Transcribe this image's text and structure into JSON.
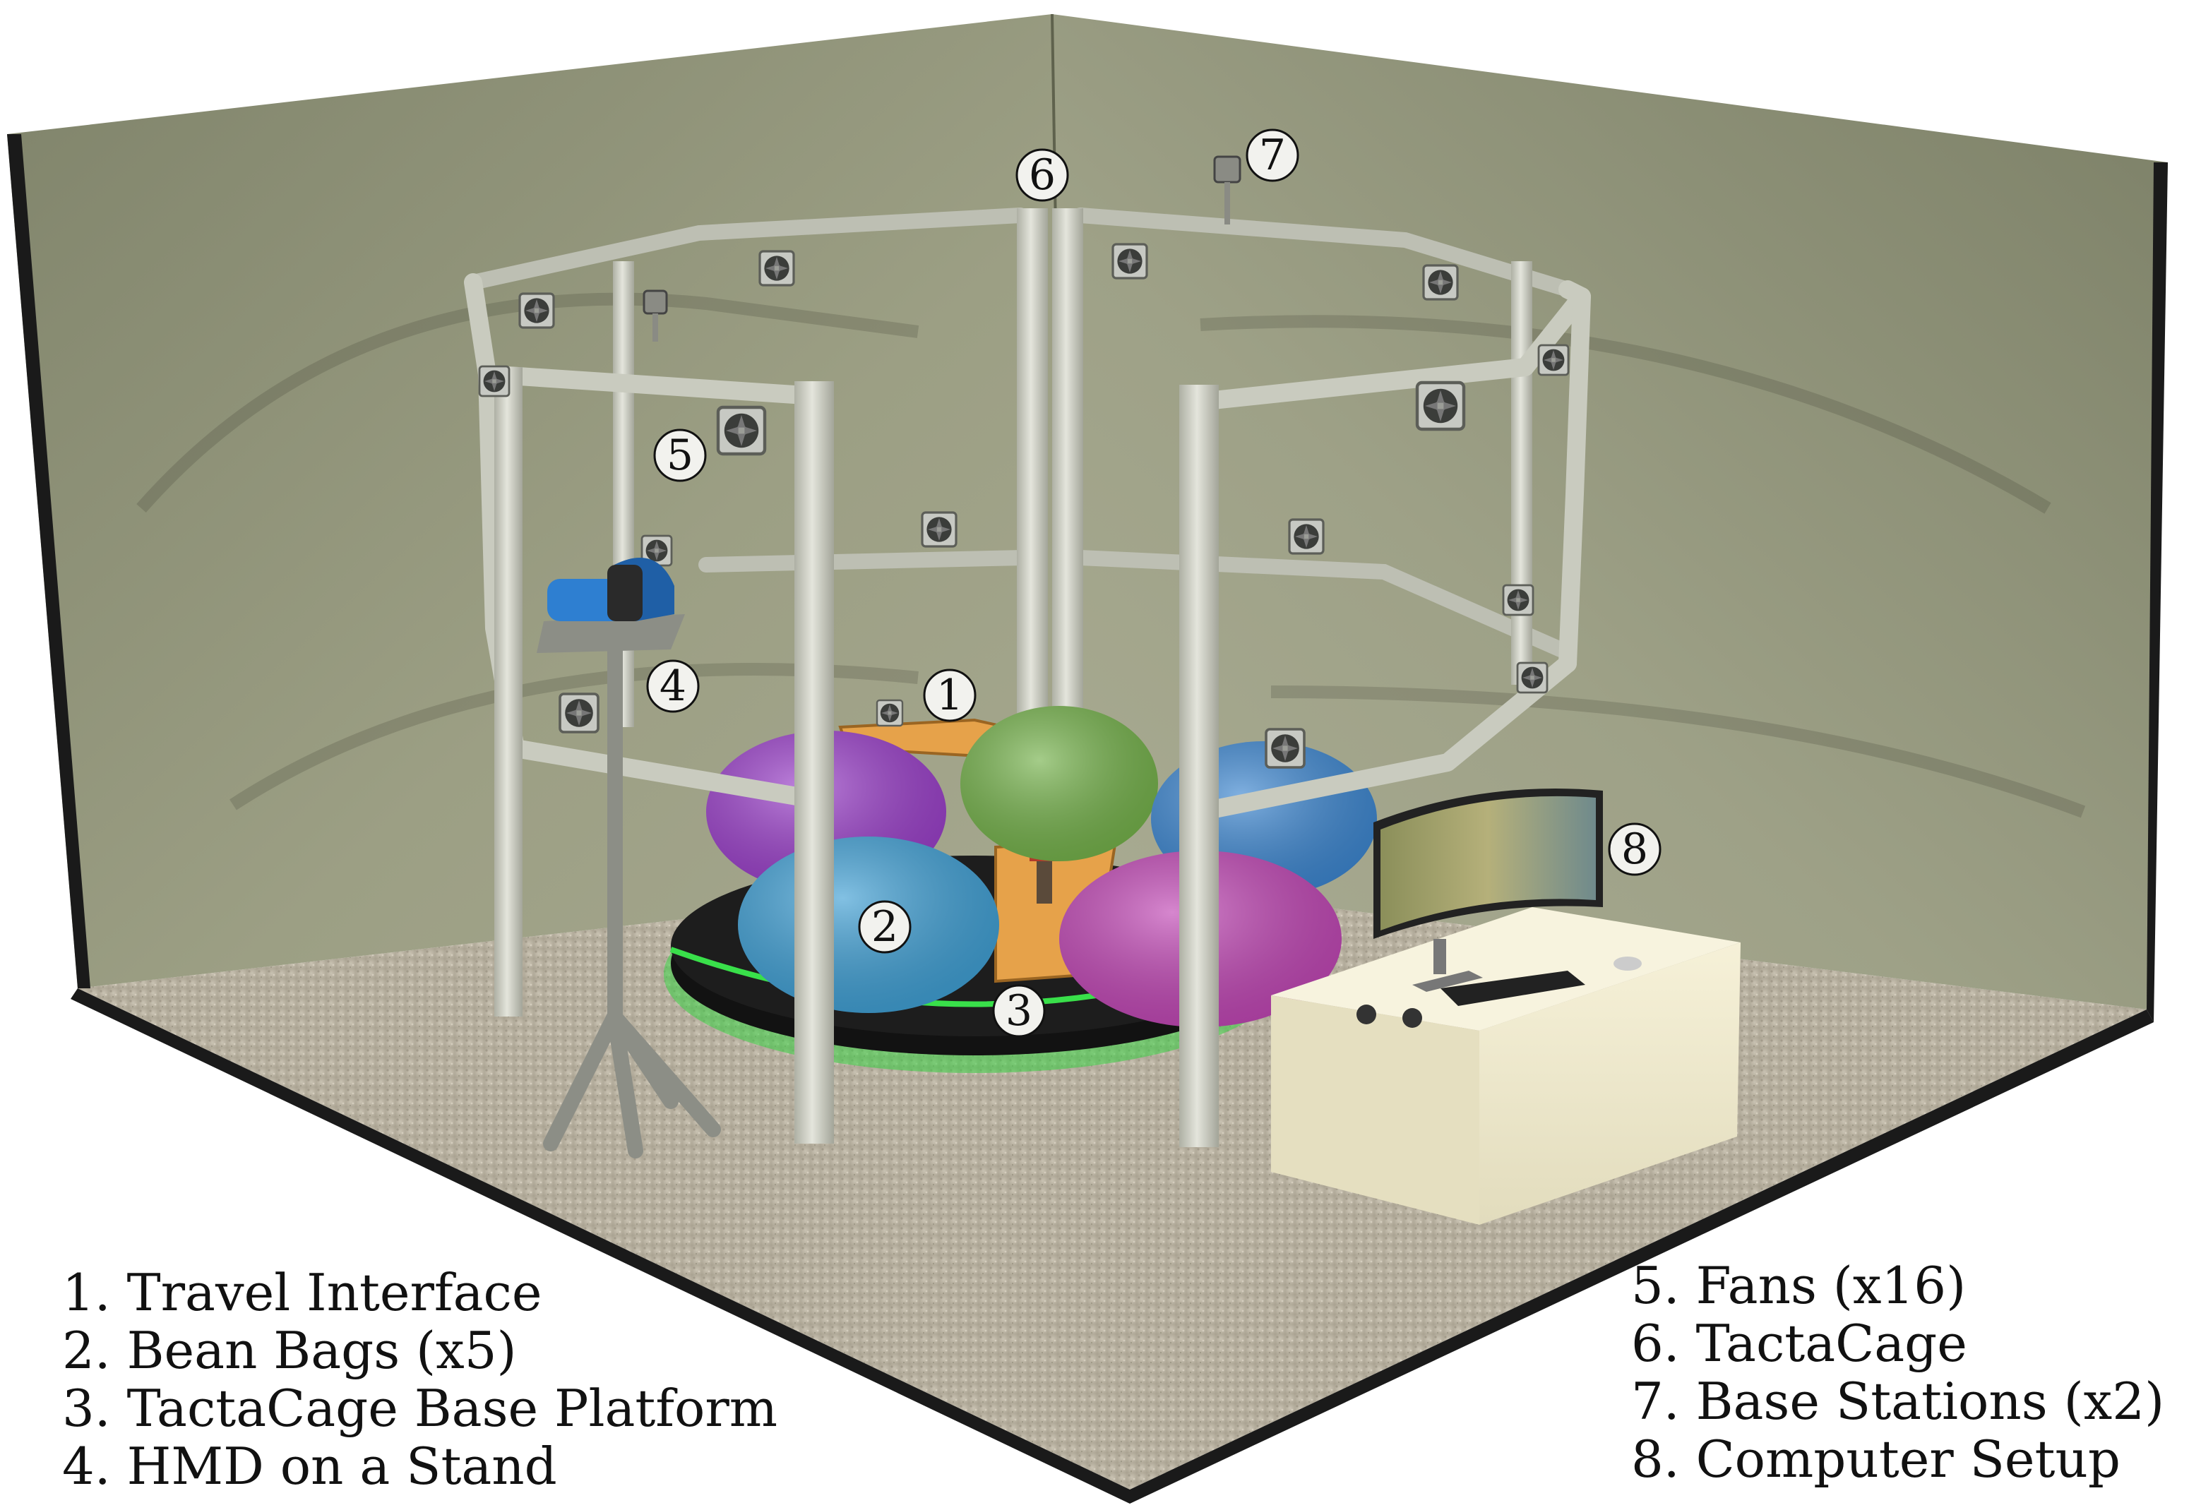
{
  "markers": [
    "1",
    "2",
    "3",
    "4",
    "5",
    "6",
    "7",
    "8"
  ],
  "legend_left": [
    "1. Travel Interface",
    "2. Bean Bags (x5)",
    "3. TactaCage Base Platform",
    "4. HMD on a Stand"
  ],
  "legend_right": [
    "5. Fans (x16)",
    "6. TactaCage",
    "7. Base Stations (x2)",
    "8. Computer Setup"
  ],
  "colors": {
    "wall": "#9a9c80",
    "wall_dark": "#6f735a",
    "floor": "#bdb6a6",
    "frame": "#c9cbbf",
    "platform": "#1c1c1c",
    "platform_glow": "#39e04a",
    "beanbag_purple": "#9a3fc9",
    "beanbag_green": "#74b14a",
    "beanbag_blue": "#3c8fd0",
    "beanbag_magenta": "#c046b4",
    "beanbag_lightblue": "#3f9fd4",
    "desk": "#efe9cc",
    "travel_interface": "#e6a24a",
    "hmd": "#2e7fd1"
  }
}
